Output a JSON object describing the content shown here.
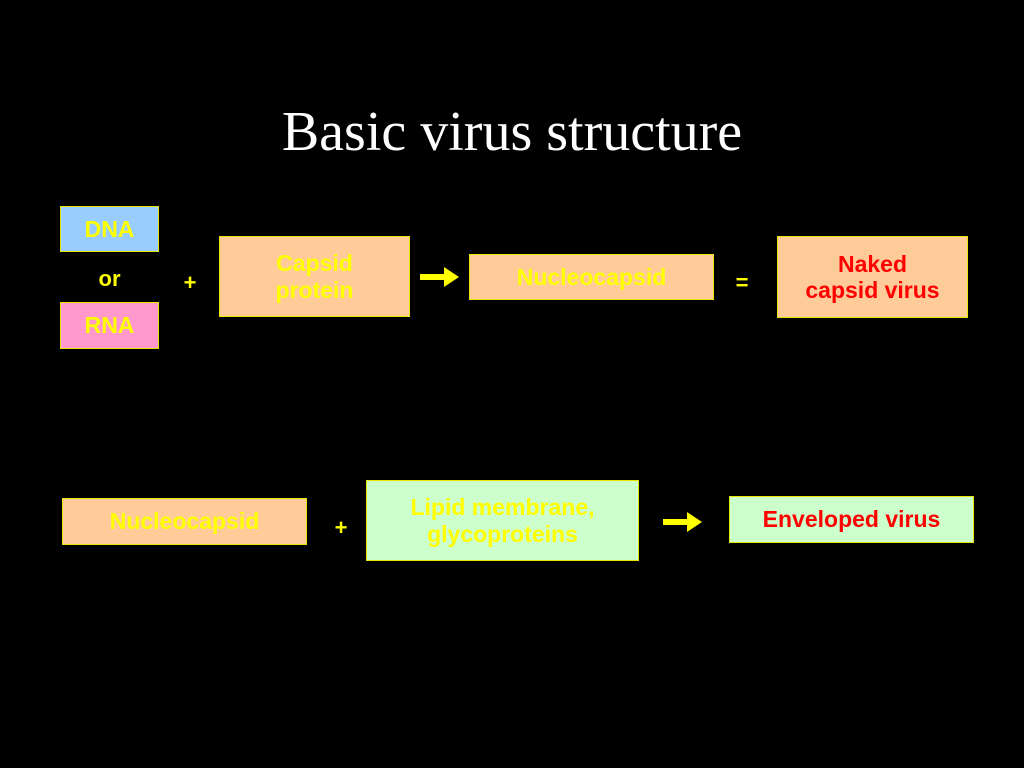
{
  "title": "Basic virus structure",
  "row1": {
    "dna": "DNA",
    "or": "or",
    "rna": "RNA",
    "plus": "+",
    "capsid_protein": [
      "Capsid",
      "protein"
    ],
    "nucleocapsid": "Nucleocapsid",
    "equals": "=",
    "naked_capsid_virus": [
      "Naked",
      "capsid virus"
    ]
  },
  "row2": {
    "nucleocapsid": "Nucleocapsid",
    "plus": "+",
    "lipid_membrane": [
      "Lipid membrane,",
      "glycoproteins"
    ],
    "enveloped_virus": "Enveloped virus"
  },
  "colors": {
    "background": "#000000",
    "title": "#ffffff",
    "dna_box": "#99ccff",
    "rna_box": "#ff99cc",
    "peach_box": "#ffcc99",
    "mint_box": "#ccffcc",
    "yellow_text": "#ffff00",
    "red_text": "#ff0000",
    "border": "#e6e600"
  }
}
